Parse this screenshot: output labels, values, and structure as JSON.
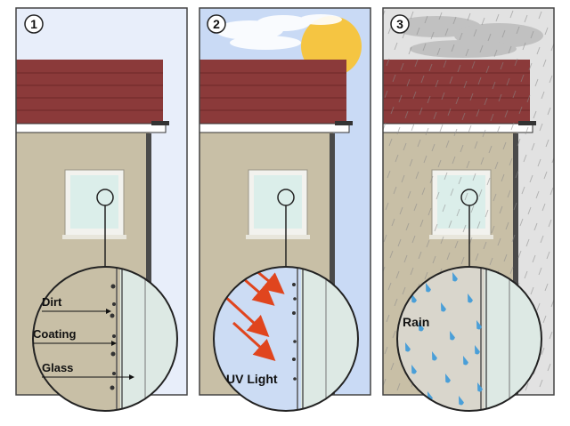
{
  "panels": [
    {
      "number": "1",
      "scene": "clean",
      "labels": [
        "Dirt",
        "Coating",
        "Glass"
      ]
    },
    {
      "number": "2",
      "scene": "sun",
      "labels": [
        "UV Light"
      ]
    },
    {
      "number": "3",
      "scene": "rain",
      "labels": [
        "Rain"
      ]
    }
  ],
  "colors": {
    "sky_clear": "#e8eefa",
    "sky_sun": "#c9daf5",
    "sky_rain": "#e2e2e2",
    "roof": "#8b3a3a",
    "wall": "#c8bfa6",
    "window_frame": "#f2f2ee",
    "window_glass": "#dbeeea",
    "uv_arrow": "#e0451e",
    "rain_drop": "#4a9fd8",
    "sun": "#f5c542"
  }
}
